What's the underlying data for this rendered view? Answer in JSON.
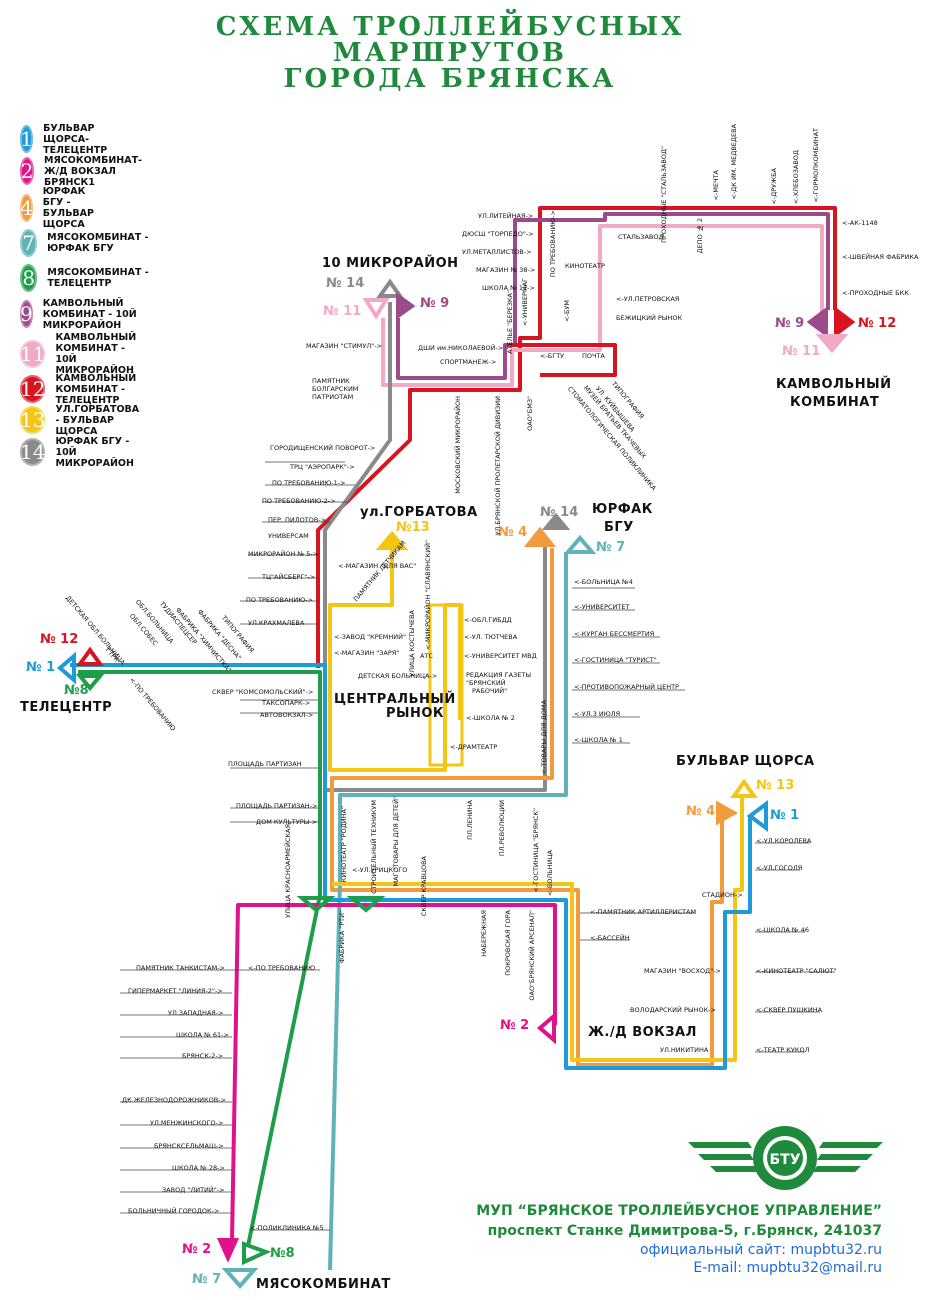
{
  "title": {
    "line1": "СХЕМА ТРОЛЛЕЙБУСНЫХ",
    "line2": "МАРШРУТОВ",
    "line3": "ГОРОДА БРЯНСКА"
  },
  "legend": [
    {
      "num": "1",
      "label": "БУЛЬВАР ЩОРСА- ТЕЛЕЦЕНТР",
      "color": "#1e9ad6"
    },
    {
      "num": "2",
      "label": "МЯСОКОМБИНАТ-Ж/Д ВОКЗАЛ БРЯНСК1",
      "color": "#e0128a"
    },
    {
      "num": "4",
      "label": "ЮРФАК БГУ - БУЛЬВАР ЩОРСА",
      "color": "#f39a3c"
    },
    {
      "num": "7",
      "label": "МЯСОКОМБИНАТ - ЮРФАК БГУ",
      "color": "#5fb3b8"
    },
    {
      "num": "8",
      "label": "МЯСОКОМБИНАТ - ТЕЛЕЦЕНТР",
      "color": "#1f9e4a"
    },
    {
      "num": "9",
      "label": "КАМВОЛЬНЫЙ КОМБИНАТ - 10Й МИКРОРАЙОН",
      "color": "#9b4a8c"
    },
    {
      "num": "11",
      "label": "КАМВОЛЬНЫЙ КОМБИНАТ - 10Й МИКРОРАЙОН",
      "color": "#f1a9c6"
    },
    {
      "num": "12",
      "label": "КАМВОЛЬНЫЙ КОМБИНАТ - ТЕЛЕЦЕНТР",
      "color": "#d7141f"
    },
    {
      "num": "13",
      "label": "УЛ.ГОРБАТОВА - БУЛЬВАР ЩОРСА",
      "color": "#f3c514"
    },
    {
      "num": "14",
      "label": "ЮРФАК БГУ - 10Й МИКРОРАЙОН",
      "color": "#8a8a8a"
    }
  ],
  "terminals": {
    "mikro10": "10 МИКРОРАЙОН",
    "kamvol1": "КАМВОЛЬНЫЙ",
    "kamvol2": "КОМБИНАТ",
    "gorbatova": "ул.ГОРБАТОВА",
    "yurfak1": "ЮРФАК",
    "yurfak2": "БГУ",
    "telecenter": "ТЕЛЕЦЕНТР",
    "central1": "ЦЕНТРАЛЬНЫЙ",
    "central2": "РЫНОК",
    "bulvar": "БУЛЬВАР ЩОРСА",
    "vokzal": "Ж./Д ВОКЗАЛ",
    "myaso": "МЯСОКОМБИНАТ"
  },
  "route_marks": {
    "m14_top": "№ 14",
    "m11_top": "№ 11",
    "m9_top": "№ 9",
    "m9_k": "№ 9",
    "m12_k": "№ 12",
    "m11_k": "№ 11",
    "m13_g": "№13",
    "m4_y": "№ 4",
    "m14_y": "№ 14",
    "m7_y": "№ 7",
    "m12_t": "№ 12",
    "m1_t": "№ 1",
    "m8_t": "№8",
    "m13_b": "№ 13",
    "m4_b": "№ 4",
    "m1_b": "№ 1",
    "m2_v": "№ 2",
    "m2_m": "№ 2",
    "m8_m": "№8",
    "m7_m": "№ 7"
  },
  "stops_h": [
    "УЛ.ЛИТЕЙНАЯ->",
    "ДЮСШ \"ТОРПЕДО\"->",
    "УЛ.МЕТАЛЛИСТОВ->",
    "МАГАЗИН № 38->",
    "ШКОЛА № 11->",
    "КИНОТЕАТР",
    "<-УЛ.ПЕТРОВСКАЯ",
    "БЕЖИЦКИЙ РЫНОК",
    "СТАЛЬЗАВОД",
    "МАГАЗИН \"СТИМУЛ\"->",
    "ДШИ им.НИКОЛАЕВОЙ->",
    "СПОРТМАНЕЖ->",
    "<-БГТУ",
    "ПОЧТА",
    "ПАМЯТНИК",
    "БОЛГАРСКИМ",
    "ПАТРИОТАМ",
    "ГОРОДИЩЕНСКИЙ ПОВОРОТ->",
    "ТРЦ \"АЭРОПАРК\"->",
    "ПО ТРЕБОВАНИЮ-1->",
    "ПО ТРЕБОВАНИЮ-2->",
    "ПЕР. ПИЛОТОВ->",
    "УНИВЕРСАМ",
    "МИКРОРАЙОН № 5->",
    "ТЦ\"АЙСБЕРГ\"->",
    "ПО ТРЕБОВАНИЮ->",
    "УЛ.КРАХМАЛЕВА",
    "<-ЗАВОД \"КРЕМНИЙ\"",
    "<-МАГАЗИН \"ЗАРЯ\"",
    "СКВЕР \"КОМСОМОЛЬСКИЙ\"->",
    "ТАКСОПАРК->",
    "АВТОВОКЗАЛ->",
    "ПЛОЩАДЬ ПАРТИЗАН",
    "ПЛОЩАДЬ ПАРТИЗАН->",
    "ДОМ КУЛЬТУРЫ->",
    "<-ОБЛ.ГИБДД",
    "<-УЛ. ТЮТЧЕВА",
    "<-УНИВЕРСИТЕТ МВД",
    "ДЕТСКАЯ БОЛЬНИЦА->",
    "АТС",
    "РЕДАКЦИЯ ГАЗЕТЫ",
    "\"БРЯНСКИЙ",
    "РАБОЧИЙ\"",
    "<-ШКОЛА № 2",
    "<-ДРАМТЕАТР",
    "<-БОЛЬНИЦА №4",
    "<-УНИВЕРСИТЕТ",
    "<-КУРГАН БЕССМЕРТИЯ",
    "<-ГОСТИНИЦА \"ТУРИСТ\"",
    "<-ПРОТИВОПОЖАРНЫЙ ЦЕНТР",
    "<-УЛ.3 ИЮЛЯ",
    "<-ШКОЛА № 1",
    "<-АК-1148",
    "<-ШВЕЙНАЯ ФАБРИКА",
    "<-ПРОХОДНЫЕ БКК",
    "<-УЛ.КОРОЛЕВА",
    "<-УЛ.ГОГОЛЯ",
    "СТАДИОН->",
    "<-ПАМЯТНИК АРТИЛЛЕРИСТАМ",
    "<-БАССЕЙН",
    "<-ШКОЛА № 46",
    "МАГАЗИН \"ВОСХОД\"->",
    "<-КИНОТЕАТР \"САЛЮТ\"",
    "ВОЛОДАРСКИЙ РЫНОК->",
    "<-СКВЕР ПУШКИНА",
    "УЛ.НИКИТИНА",
    "<-ТЕАТР КУКОЛ",
    "<-УЛ.УРИЦКОГО",
    "ПАМЯТНИК ТАНКИСТАМ->",
    "<-ПО ТРЕБОВАНИЮ",
    "ГИПЕРМАРКЕТ \"ЛИНИЯ-2\"->",
    "УЛ.ЗАПАДНАЯ->",
    "ШКОЛА № 61->",
    "БРЯНСК-2->",
    "ДК ЖЕЛЕЗНОДОРОЖНИКОВ->",
    "УЛ.МЕНЖИНСКОГО->",
    "БРЯНСКСЕЛЬМАШ->",
    "ШКОЛА № 28->",
    "ЗАВОД \"ЛИТИЙ\"->",
    "БОЛЬНИЧНЫЙ ГОРОДОК->",
    "<-ПОЛИКЛИНИКА №5"
  ],
  "stops_v": [
    "ПО ТРЕБОВАНИЮ->",
    "<-УНИВЕРМАГ",
    "АТЕЛЬЕ \"БЕРЕЗКА\"",
    "<-БУМ",
    "ПРОХОДНЫЕ \"СТАЛЬЗАВОД\"",
    "ДЕПО № 2",
    "<-МЕЧТА",
    "<-ДК ИМ. МЕДВЕДЕВА",
    "<-ДРУЖБА",
    "<-ХЛЕБОЗАВОД",
    "<-ГОРМОЛКОМБИНАТ",
    "МОСКОВСКИЙ МИКРОРАЙОН",
    "УЛ.БРЯНСКОЙ ПРОЛЕТАРСКОЙ ДИВИЗИИ",
    "ОАО\"БМЗ\"",
    "УЛИЦА КОСТЫЧЕВА",
    "<-МИКРОРАЙОН \"СЛАВЯНСКИЙ\"",
    "УЛИЦА КРАСНОАРМЕЙСКАЯ",
    "КИНОТЕАТР \"РОДИНА\"",
    "СТРОИТЕЛЬНЫЙ ТЕХНИКУМ",
    "МАГ.\"ТОВАРЫ ДЛЯ ДЕТЕЙ\"",
    "СКВЕР КРАВЦОВА",
    "ФАБРИКА \"РТИ\"",
    "ПЛ.ЛЕНИНА",
    "ПЛ.РЕВОЛЮЦИИ",
    "<-ГОСТИНИЦА \"БРЯНСК\"",
    "<-БОЛЬНИЦА",
    "НАБЕРЕЖНАЯ",
    "ПОКРОВСКАЯ ГОРА",
    "ОАО\"БРЯНСКИЙ АРСЕНАЛ\"",
    "<-ТОВАРЫ ДЛЯ ДОМА"
  ],
  "stops_d": [
    "ТИПОГРАФИЯ",
    "УЛ. КУЙБЫШЕВА",
    "МУЗЕЙ БРАТЬЕВ ТКАЧЕВЫХ",
    "СТОМАТОЛОГИЧЕСКАЯ ПОЛИКЛИНИКА",
    "ДЕТСКАЯ ОБЛ.БОЛЬНИЦА",
    "ОБЛ.СОБЕС",
    "ОБЛ.БОЛЬНИЦА",
    "ТУДИАСПЕЦСЕР",
    "ФАБРИКА \"ХИМЧИСТКА\"",
    "ФАБРИКА \"ДЕСНА\"",
    "ТИПОГРАФИЯ",
    "ГТРК",
    "<-ПО ТРЕБОВАНИЮ"
  ],
  "misc": {
    "magazin_dlya_vas": "<-МАГАЗИН \"ДЛЯ ВАС\"",
    "pamyatnik_letchikam": "ПАМЯТНИК ЛЕТЧИКАМ"
  },
  "org": {
    "name": "МУП “БРЯНСКОЕ ТРОЛЛЕЙБУСНОЕ УПРАВЛЕНИЕ”",
    "address": "проспект Станке Димитрова-5, г.Брянск, 241037",
    "site": "официальный сайт: mupbtu32.ru",
    "email": "E-mail: mupbtu32@mail.ru",
    "logo_text": "БТУ"
  },
  "colors": {
    "green_title": "#1f8a3c",
    "r1": "#1e9ad6",
    "r2": "#e0128a",
    "r4": "#f39a3c",
    "r7": "#5fb3b8",
    "r8": "#1f9e4a",
    "r9": "#9b4a8c",
    "r11": "#f1a9c6",
    "r12": "#d7141f",
    "r13": "#f3c514",
    "r14": "#8a8a8a"
  }
}
